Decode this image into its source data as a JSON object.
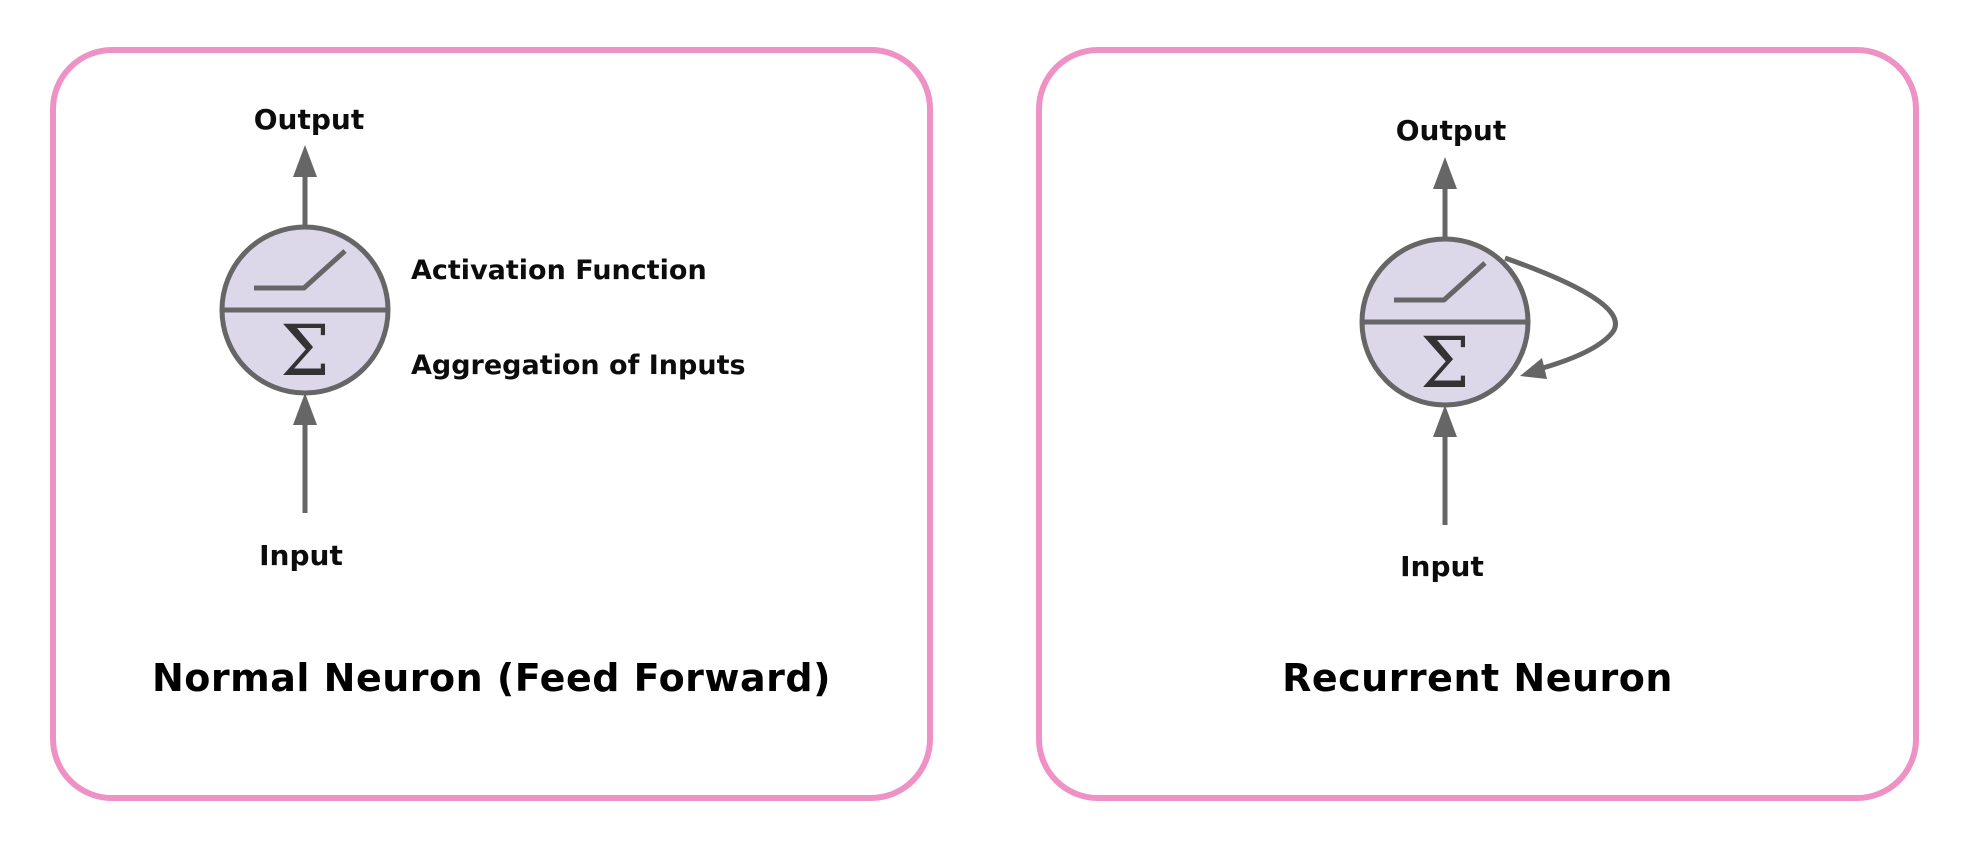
{
  "panels": [
    {
      "caption": "Normal Neuron (Feed Forward)",
      "labels": {
        "output": "Output",
        "input": "Input",
        "activation": "Activation Function",
        "aggregation": "Aggregation of Inputs"
      },
      "sigma": "Σ"
    },
    {
      "caption": "Recurrent Neuron",
      "labels": {
        "output": "Output",
        "input": "Input"
      },
      "sigma": "Σ"
    }
  ],
  "colors": {
    "border": "#ee92c6",
    "neuron_fill": "#dcd8ea",
    "stroke": "#666666"
  }
}
